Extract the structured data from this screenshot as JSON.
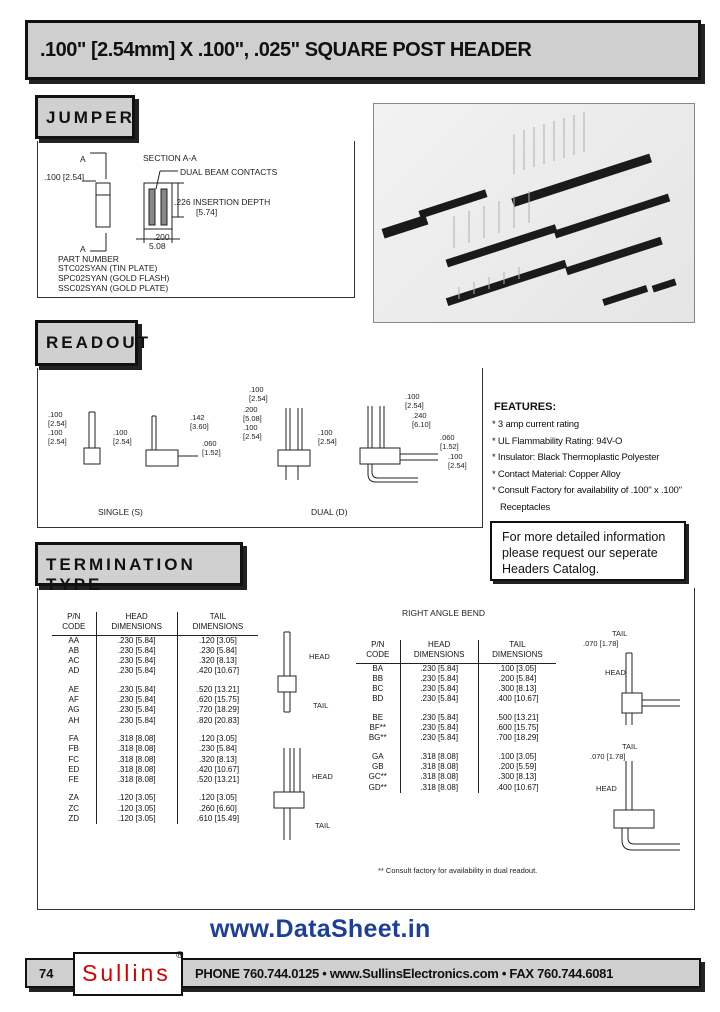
{
  "title": ".100\" [2.54mm] X .100\", .025\" SQUARE POST HEADER",
  "sections": {
    "jumper": "JUMPER",
    "readout": "READOUT",
    "termination": "TERMINATION TYPE"
  },
  "jumper": {
    "label_a_top": "A",
    "label_a_bottom": "A",
    "dim_100": ".100 [2.54]",
    "section": "SECTION A-A",
    "contacts": "DUAL BEAM CONTACTS",
    "insertion": ".226 INSERTION DEPTH",
    "insertion_mm": "[5.74]",
    "dim_200": ".200",
    "dim_508": "5.08",
    "part_number_label": "PART NUMBER",
    "parts": [
      "STC02SYAN (TIN PLATE)",
      "SPC02SYAN (GOLD FLASH)",
      "SSC02SYAN (GOLD PLATE)"
    ]
  },
  "readout": {
    "single_label": "SINGLE (S)",
    "dual_label": "DUAL (D)",
    "d_100_254": ".100\n[2.54]",
    "d_100b": ".100",
    "d_254b": "[2.54]",
    "d_142": ".142",
    "d_360": "[3.60]",
    "d_060": ".060",
    "d_152": "[1.52]",
    "d_100_top": ".100",
    "d_254_top": "[2.54]",
    "d_200": ".200",
    "d_508": "[5.08]",
    "d_240": ".240",
    "d_610": "[6.10]"
  },
  "features": {
    "title": "FEATURES:",
    "items": [
      "* 3 amp current rating",
      "* UL Flammability Rating: 94V-O",
      "* Insulator: Black Thermoplastic Polyester",
      "* Contact Material: Copper Alloy",
      "* Consult Factory for availability of .100\" x .100\"",
      "   Receptacles"
    ]
  },
  "catalog_note": [
    "For more detailed information",
    "please request our seperate",
    "Headers Catalog."
  ],
  "straight_table": {
    "headers": [
      "P/N\nCODE",
      "HEAD\nDIMENSIONS",
      "TAIL\nDIMENSIONS"
    ],
    "groups": [
      [
        [
          "AA",
          ".230  [5.84]",
          ".120  [3.05]"
        ],
        [
          "AB",
          ".230  [5.84]",
          ".230  [5.84]"
        ],
        [
          "AC",
          ".230  [5.84]",
          ".320  [8.13]"
        ],
        [
          "AD",
          ".230  [5.84]",
          ".420  [10.67]"
        ]
      ],
      [
        [
          "AE",
          ".230  [5.84]",
          ".520  [13.21]"
        ],
        [
          "AF",
          ".230  [5.84]",
          ".620  [15.75]"
        ],
        [
          "AG",
          ".230  [5.84]",
          ".720  [18.29]"
        ],
        [
          "AH",
          ".230  [5.84]",
          ".820  [20.83]"
        ]
      ],
      [
        [
          "FA",
          ".318  [8.08]",
          ".120  [3.05]"
        ],
        [
          "FB",
          ".318  [8.08]",
          ".230  [5.84]"
        ],
        [
          "FC",
          ".318  [8.08]",
          ".320  [8.13]"
        ],
        [
          "ED",
          ".318  [8.08]",
          ".420  [10.67]"
        ],
        [
          "FE",
          ".318  [8.08]",
          ".520  [13.21]"
        ]
      ],
      [
        [
          "ZA",
          ".120  [3.05]",
          ".120  [3.05]"
        ],
        [
          "ZC",
          ".120  [3.05]",
          ".260  [6.60]"
        ],
        [
          "ZD",
          ".120  [3.05]",
          ".610  [15.49]"
        ]
      ]
    ]
  },
  "right_angle_table": {
    "caption": "RIGHT ANGLE BEND",
    "headers": [
      "P/N\nCODE",
      "HEAD\nDIMENSIONS",
      "TAIL\nDIMENSIONS"
    ],
    "groups": [
      [
        [
          "BA",
          ".230  [5.84]",
          ".100  [3.05]"
        ],
        [
          "BB",
          ".230  [5.84]",
          ".200  [5.84]"
        ],
        [
          "BC",
          ".230  [5.84]",
          ".300  [8.13]"
        ],
        [
          "BD",
          ".230  [5.84]",
          ".400  [10.67]"
        ]
      ],
      [
        [
          "BE",
          ".230  [5.84]",
          ".500  [13.21]"
        ],
        [
          "BF**",
          ".230  [5.84]",
          ".600  [15.75]"
        ],
        [
          "BG**",
          ".230  [5.84]",
          ".700  [18.29]"
        ]
      ],
      [
        [
          "GA",
          ".318  [8.08]",
          ".100  [3.05]"
        ],
        [
          "GB",
          ".318  [8.08]",
          ".200  [5.59]"
        ],
        [
          "GC**",
          ".318  [8.08]",
          ".300  [8.13]"
        ],
        [
          "GD**",
          ".318  [8.08]",
          ".400  [10.67]"
        ]
      ]
    ],
    "footnote": "** Consult factory for availability in dual readout."
  },
  "termination_labels": {
    "head": "HEAD",
    "tail": "TAIL",
    "dim_070": ".070 [1.78]"
  },
  "watermark": "www.DataSheet.in",
  "footer": {
    "page": "74",
    "brand": "Sullins",
    "registered": "®",
    "contact": "PHONE 760.744.0125  •  www.SullinsElectronics.com  •  FAX 760.744.6081"
  },
  "icons": {
    "photo": "header-photo-image"
  }
}
